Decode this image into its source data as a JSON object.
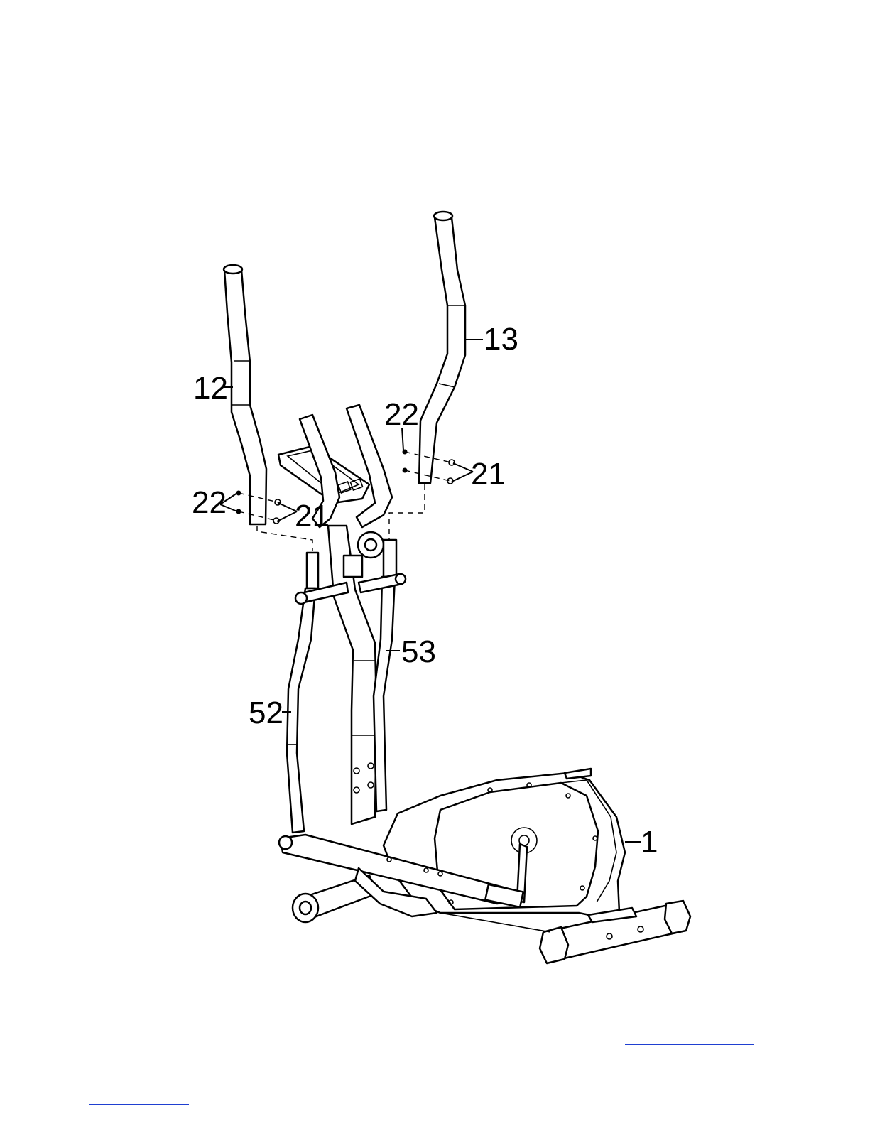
{
  "labels": {
    "part_1": "1",
    "part_12": "12",
    "part_13": "13",
    "part_21_left": "21",
    "part_21_right": "21",
    "part_22_left": "22",
    "part_22_right": "22",
    "part_52": "52",
    "part_53": "53"
  },
  "colors": {
    "line": "#000000",
    "background": "#ffffff",
    "link": "#1f3fd1"
  }
}
